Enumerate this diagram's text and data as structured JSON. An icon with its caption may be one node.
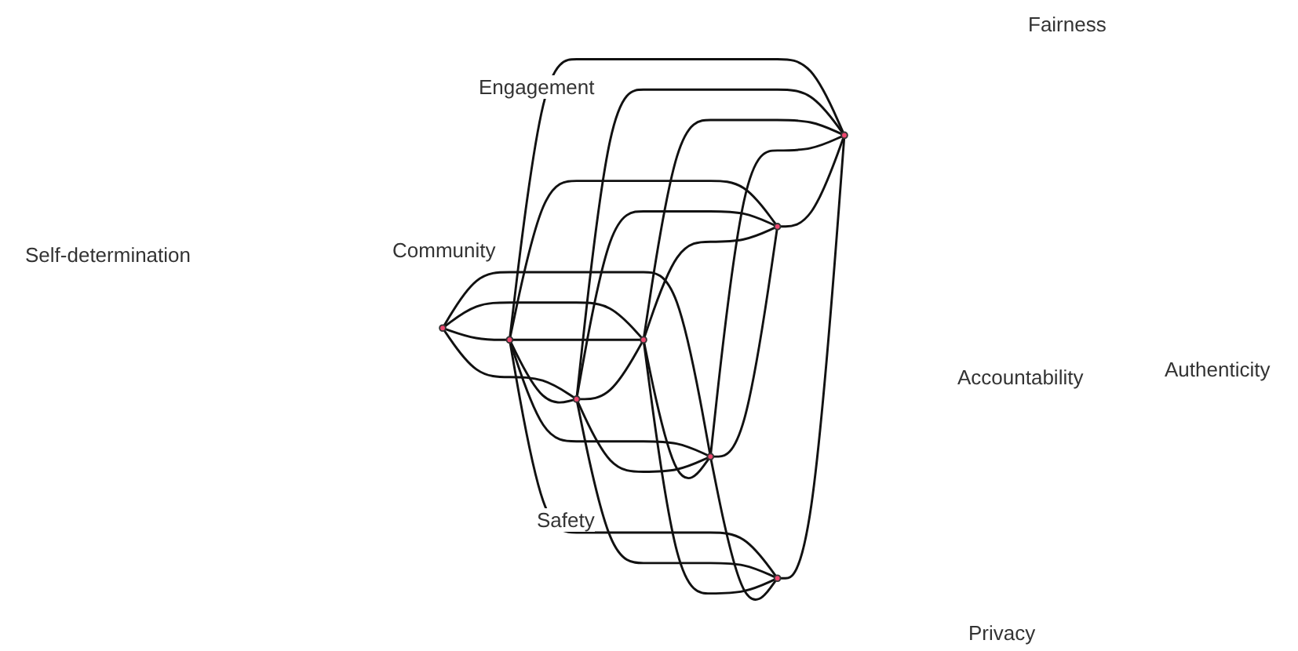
{
  "diagram": {
    "nodes": [
      {
        "text": [],
        "shape": "circle"
      },
      {
        "text": [],
        "shape": "circle"
      },
      {
        "text": [],
        "shape": "circle"
      },
      {
        "text": [],
        "shape": "circle"
      },
      {
        "text": [],
        "shape": "circle"
      },
      {
        "text": [],
        "shape": "circle"
      },
      {
        "text": [],
        "shape": "circle"
      },
      {
        "text": [],
        "shape": "circle"
      }
    ],
    "edges": [
      {
        "from": 0,
        "to": 1,
        "arrow": "none"
      },
      {
        "from": 0,
        "to": 2,
        "arrow": "none"
      },
      {
        "from": 0,
        "to": 3,
        "arrow": "none"
      },
      {
        "from": 0,
        "to": 4,
        "arrow": "none"
      },
      {
        "from": 1,
        "to": 2,
        "arrow": "none"
      },
      {
        "from": 1,
        "to": 3,
        "arrow": "none"
      },
      {
        "from": 1,
        "to": 4,
        "arrow": "none"
      },
      {
        "from": 1,
        "to": 5,
        "arrow": "none"
      },
      {
        "from": 1,
        "to": 6,
        "arrow": "none"
      },
      {
        "from": 1,
        "to": 7,
        "arrow": "none"
      },
      {
        "from": 2,
        "to": 3,
        "arrow": "none"
      },
      {
        "from": 2,
        "to": 4,
        "arrow": "none"
      },
      {
        "from": 2,
        "to": 5,
        "arrow": "none"
      },
      {
        "from": 2,
        "to": 6,
        "arrow": "none"
      },
      {
        "from": 2,
        "to": 7,
        "arrow": "none"
      },
      {
        "from": 3,
        "to": 4,
        "arrow": "none"
      },
      {
        "from": 3,
        "to": 5,
        "arrow": "none"
      },
      {
        "from": 3,
        "to": 6,
        "arrow": "none"
      },
      {
        "from": 3,
        "to": 7,
        "arrow": "none"
      },
      {
        "from": 4,
        "to": 5,
        "arrow": "none"
      },
      {
        "from": 4,
        "to": 6,
        "arrow": "none"
      },
      {
        "from": 4,
        "to": 7,
        "arrow": "none"
      },
      {
        "from": 5,
        "to": 7,
        "arrow": "none"
      },
      {
        "from": 6,
        "to": 7,
        "arrow": "none"
      }
    ],
    "labels": [
      "Fairness",
      "Engagement",
      "Self-determination",
      "Community",
      "Accountability",
      "Authenticity",
      "Safety",
      "Privacy"
    ]
  }
}
